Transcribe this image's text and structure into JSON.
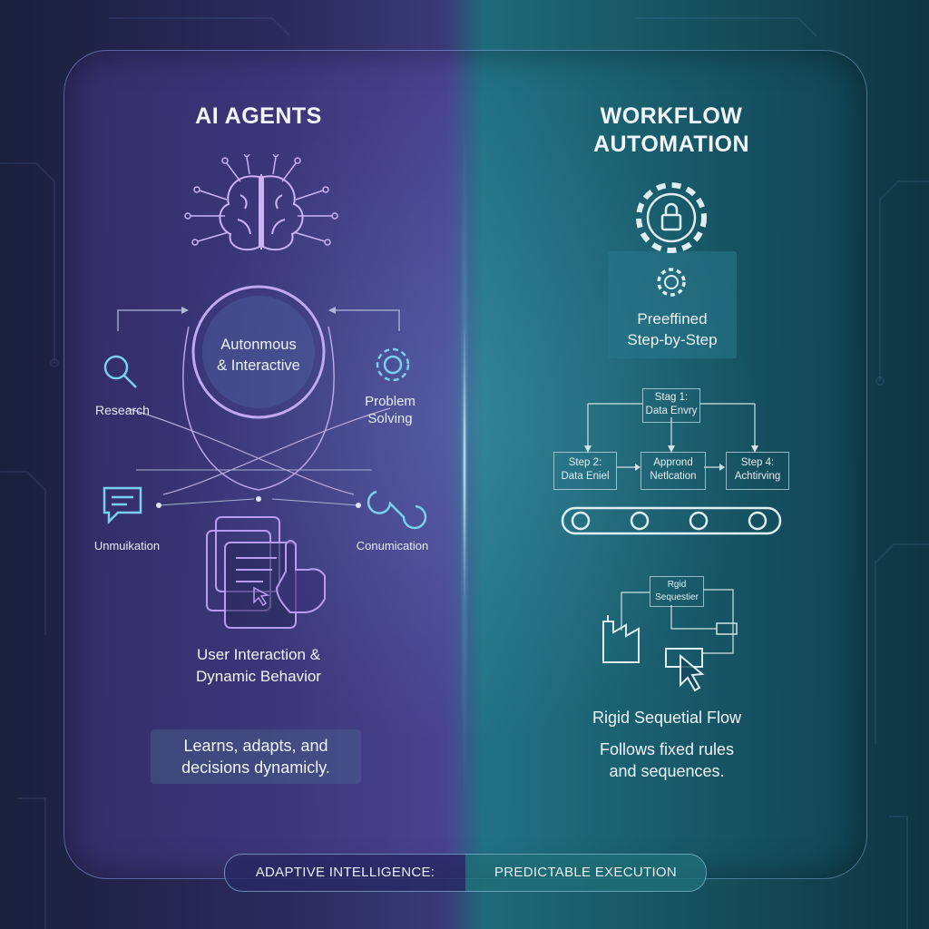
{
  "left": {
    "title": "AI AGENTS",
    "center_label": "Autonmous\n& Interactive",
    "nodes": {
      "research": "Research",
      "problem_solving": "Problem\nSolving",
      "communication_left": "Unmuikation",
      "communication_right": "Conumication"
    },
    "interaction_label": "User Interaction &\nDynamic Behavior",
    "learn_text": "Learns, adapts, and\ndecisions dynamicly."
  },
  "right": {
    "title": "WORKFLOW\nAUTOMATION",
    "predefined_label": "Preeffined\nStep-by-Step",
    "steps": {
      "step1": "Stag 1:\nData Envry",
      "step2": "Step 2:\nData Eniel",
      "step3": "Apprond\nNetlcation",
      "step4": "Step 4:\nAchtirving"
    },
    "rigid_box": "Rgid\nSequestier",
    "flow_label": "Rigid Sequetial Flow",
    "rules_text": "Follows fixed rules\nand sequences."
  },
  "footer": {
    "left": "ADAPTIVE INTELLIGENCE:",
    "right": "PREDICTABLE EXECUTION"
  },
  "colors": {
    "left_accent": "#b89cf0",
    "right_accent": "#5fd0e0"
  }
}
